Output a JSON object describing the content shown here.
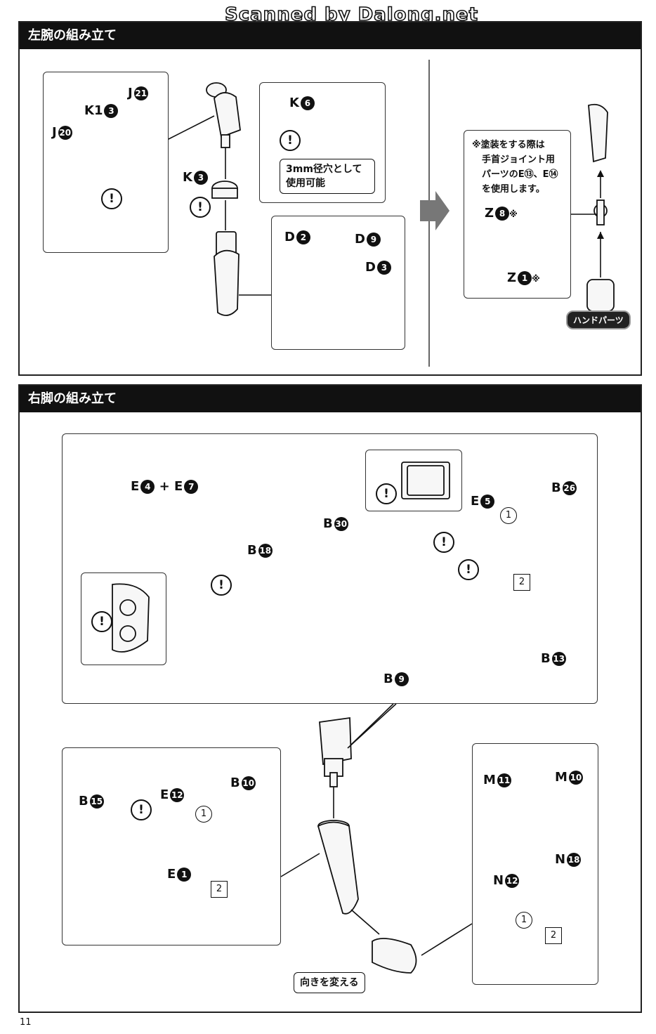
{
  "watermark": "Scanned by Dalong.net",
  "page_number": "11",
  "sections": {
    "left_arm": {
      "title": "左腕の組み立て"
    },
    "right_leg": {
      "title": "右脚の組み立て"
    }
  },
  "left_arm": {
    "labels": {
      "j21": "J",
      "j21n": "21",
      "k1_3": "K1",
      "k1_3n": "3",
      "j20": "J",
      "j20n": "20",
      "k3": "K",
      "k3n": "3",
      "k6": "K",
      "k6n": "6",
      "d2": "D",
      "d2n": "2",
      "d9": "D",
      "d9n": "9",
      "d3": "D",
      "d3n": "3",
      "z8": "Z",
      "z8n": "8",
      "z8mark": "※",
      "z1": "Z",
      "z1n": "1",
      "z1mark": "※"
    },
    "callout_3mm": "3mm径穴として使用可能",
    "note_lines": [
      "※塗装をする際は",
      "手首ジョイント用",
      "パーツのE⑬、E⑭",
      "を使用します。"
    ],
    "hand_parts": "ハンドパーツ",
    "warning_symbol": "!"
  },
  "right_leg": {
    "labels": {
      "e4e7": "E",
      "e4n": "4",
      "plus": "+",
      "e7": "E",
      "e7n": "7",
      "b18": "B",
      "b18n": "18",
      "e5": "E",
      "e5n": "5",
      "b26": "B",
      "b26n": "26",
      "b30": "B",
      "b30n": "30",
      "b13": "B",
      "b13n": "13",
      "b9": "B",
      "b9n": "9",
      "b15": "B",
      "b15n": "15",
      "e12": "E",
      "e12n": "12",
      "b10": "B",
      "b10n": "10",
      "e1": "E",
      "e1n": "1",
      "m11": "M",
      "m11n": "11",
      "m10": "M",
      "m10n": "10",
      "n18": "N",
      "n18n": "18",
      "n12": "N",
      "n12n": "12"
    },
    "step_1": "1",
    "step_2": "2",
    "change_direction": "向きを変える",
    "warning_symbol": "!"
  },
  "colors": {
    "header_bg": "#111111",
    "arrow_gray": "#777777"
  }
}
